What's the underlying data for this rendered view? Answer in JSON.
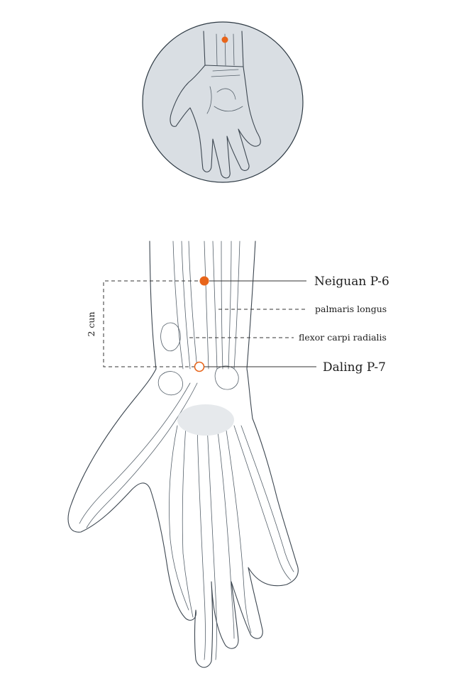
{
  "points": {
    "neiguan": {
      "label": "Neiguan P-6",
      "color": "#e8651a"
    },
    "daling": {
      "label": "Daling P-7",
      "color": "#e8651a"
    }
  },
  "structures": {
    "palmaris": "palmaris longus",
    "flexor": "flexor carpi radialis"
  },
  "measure": {
    "label": "2 cun"
  },
  "inset": {
    "background": "#d9dee3",
    "marker_color": "#e8651a"
  }
}
